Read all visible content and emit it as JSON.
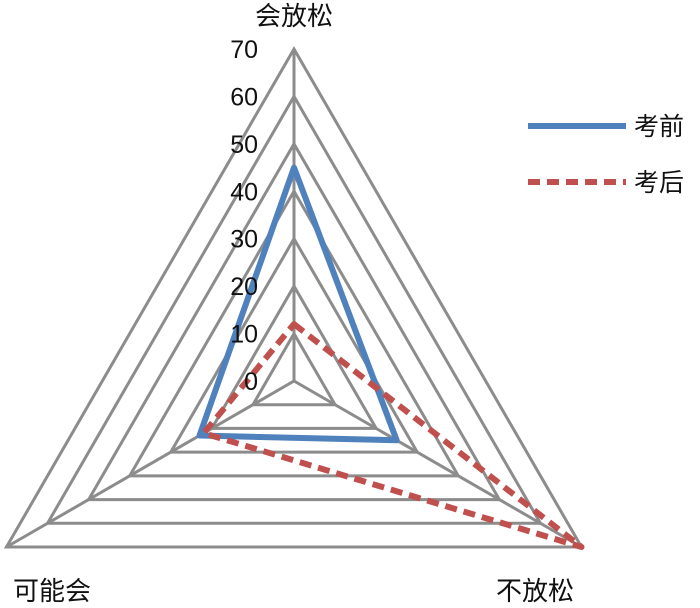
{
  "chart_data": {
    "type": "radar",
    "axes": [
      "会放松",
      "不放松",
      "可能会"
    ],
    "ticks": [
      "0",
      "10",
      "20",
      "30",
      "40",
      "50",
      "60",
      "70"
    ],
    "rmax": 70,
    "grid": true,
    "legend_position": "right",
    "series": [
      {
        "name": "考前",
        "values": [
          45,
          25,
          23
        ],
        "color": "#4f81bd",
        "style": "solid"
      },
      {
        "name": "考后",
        "values": [
          12,
          70,
          22
        ],
        "color": "#c0504d",
        "style": "dashed"
      }
    ]
  }
}
